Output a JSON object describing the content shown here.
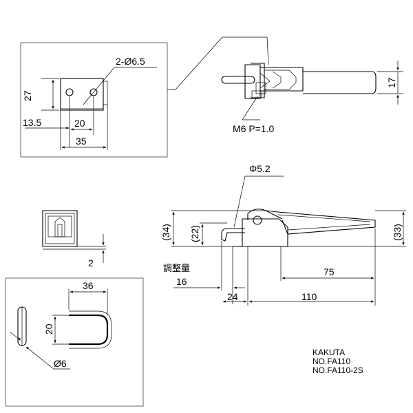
{
  "mounting_detail": {
    "hole_callout": "2-Ø6.5",
    "height": "27",
    "width": "35",
    "hole_pitch": "20",
    "edge_offset": "13.5"
  },
  "hook_detail": {
    "height": "17",
    "thread": "M6 P=1.0"
  },
  "side_view": {
    "pin_diameter": "Φ5.2",
    "height_overall": "(34)",
    "height_hook": "(22)",
    "height_handle": "(33)",
    "adjust_label": "調整量",
    "adjust_value": "16",
    "handle_length": "75",
    "hook_offset": "24",
    "base_length": "110"
  },
  "end_view": {
    "thickness": "2"
  },
  "loop_detail": {
    "width": "36",
    "height": "20",
    "wire_diameter": "Ø6"
  },
  "maker": {
    "brand": "KAKUTA",
    "model_1": "NO.FA110",
    "model_2": "NO.FA110-2S"
  }
}
